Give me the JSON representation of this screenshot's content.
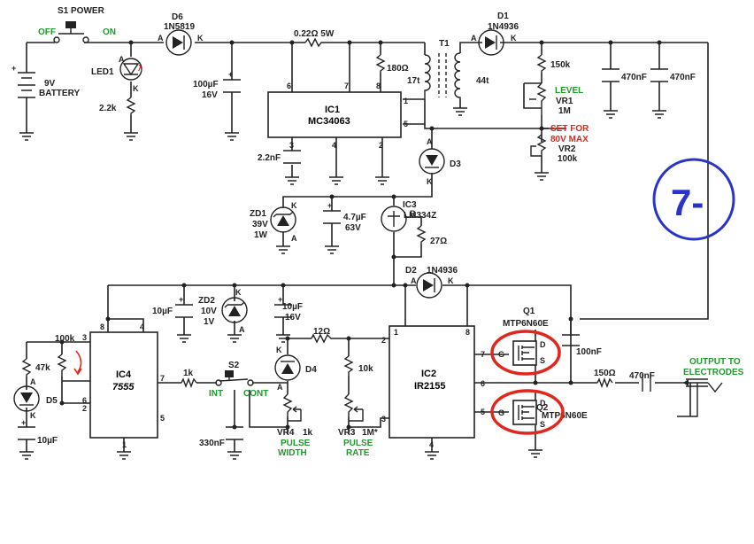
{
  "switch_s1": {
    "title": "S1 POWER",
    "off": "OFF",
    "on": "ON"
  },
  "battery": {
    "value": "9V",
    "name": "BATTERY"
  },
  "led1": {
    "ref": "LED1",
    "a": "A",
    "k": "K",
    "resistor": "2.2k"
  },
  "d6": {
    "ref": "D6",
    "part": "1N5819",
    "a": "A",
    "k": "K"
  },
  "c1": {
    "value": "100µF",
    "voltage": "16V"
  },
  "r_sense": "0.22Ω 5W",
  "r180": "180Ω",
  "t1": {
    "ref": "T1",
    "primary": "17t",
    "secondary": "44t"
  },
  "d1": {
    "ref": "D1",
    "part": "1N4936",
    "a": "A",
    "k": "K"
  },
  "r150k": "150k",
  "vr1": {
    "title": "LEVEL",
    "ref": "VR1",
    "value": "1M"
  },
  "vr2": {
    "note1": "SET FOR",
    "note2": "80V MAX",
    "ref": "VR2",
    "value": "100k"
  },
  "c470_a": "470nF",
  "c470_b": "470nF",
  "ic1": {
    "ref": "IC1",
    "part": "MC34063",
    "pins": [
      "6",
      "7",
      "8",
      "1",
      "5",
      "3",
      "4",
      "2"
    ]
  },
  "c_22n": "2.2nF",
  "d3": {
    "ref": "D3",
    "a": "A",
    "k": "K"
  },
  "zd1": {
    "ref": "ZD1",
    "volt": "39V",
    "power": "1W",
    "k": "K",
    "a": "A"
  },
  "c_47u": {
    "value": "4.7µF",
    "voltage": "63V"
  },
  "ic3": {
    "ref": "IC3",
    "part": "LM334Z",
    "r": "R",
    "resistor": "27Ω"
  },
  "d2": {
    "ref": "D2",
    "part": "1N4936",
    "a": "A",
    "k": "K"
  },
  "c_10u_a": {
    "value": "10µF"
  },
  "zd2": {
    "ref": "ZD2",
    "volt": "10V",
    "power": "1V",
    "k": "K",
    "a": "A"
  },
  "c_10u_b": {
    "value": "10µF",
    "voltage": "16V"
  },
  "r100k": "100k",
  "r47k": "47k",
  "d5": {
    "ref": "D5",
    "a": "A",
    "k": "K"
  },
  "c_10u_c": "10µF",
  "ic4": {
    "ref": "IC4",
    "part": "7555",
    "pins": [
      "8",
      "4",
      "3",
      "2",
      "6",
      "7",
      "5",
      "1"
    ]
  },
  "r1k": "1k",
  "s2": {
    "ref": "S2",
    "int": "INT",
    "cont": "CONT"
  },
  "c_330n": "330nF",
  "d4": {
    "ref": "D4",
    "a": "A",
    "k": "K"
  },
  "r12": "12Ω",
  "r10k": "10k",
  "vr4": {
    "ref": "VR4",
    "value": "1k",
    "name1": "PULSE",
    "name2": "WIDTH"
  },
  "vr3": {
    "ref": "VR3",
    "value": "1M*",
    "name1": "PULSE",
    "name2": "RATE"
  },
  "ic2": {
    "ref": "IC2",
    "part": "IR2155",
    "pins": [
      "1",
      "8",
      "2",
      "3",
      "7",
      "6",
      "5",
      "4"
    ]
  },
  "q1": {
    "ref": "Q1",
    "part": "MTP6N60E",
    "g": "G",
    "d": "D",
    "s": "S"
  },
  "q2": {
    "ref": "Q2",
    "part": "MTP6N60E",
    "g": "G",
    "d": "D",
    "s": "S"
  },
  "c_100n": "100nF",
  "r150": "150Ω",
  "c_470n_out": "470nF",
  "output": {
    "line1": "OUTPUT TO",
    "line2": "ELECTRODES"
  },
  "annotation": {
    "text": "7-",
    "color": "#2b34c9"
  },
  "highlight_color": "#e0261d"
}
